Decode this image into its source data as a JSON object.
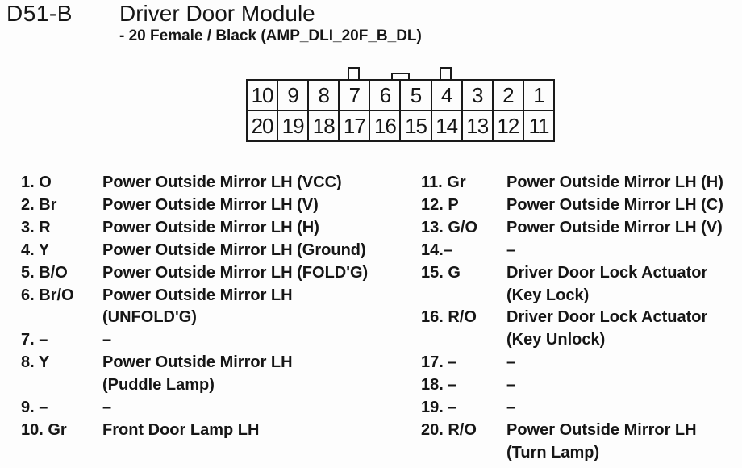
{
  "header": {
    "connector_id": "D51-B",
    "title": "Driver Door Module",
    "subtitle": "- 20 Female / Black (AMP_DLI_20F_B_DL)"
  },
  "connector": {
    "rows": 2,
    "columns": 10,
    "top_row": [
      "10",
      "9",
      "8",
      "7",
      "6",
      "5",
      "4",
      "3",
      "2",
      "1"
    ],
    "bottom_row": [
      "20",
      "19",
      "18",
      "17",
      "16",
      "15",
      "14",
      "13",
      "12",
      "11"
    ],
    "key_tabs": [
      "above-pin-7",
      "between-pins-6-5",
      "above-pin-4"
    ]
  },
  "pins": {
    "left": [
      {
        "label": "1. O",
        "desc": "Power Outside Mirror LH (VCC)"
      },
      {
        "label": "2. Br",
        "desc": "Power Outside Mirror LH (V)"
      },
      {
        "label": "3. R",
        "desc": "Power Outside Mirror LH (H)"
      },
      {
        "label": "4. Y",
        "desc": "Power Outside Mirror LH (Ground)"
      },
      {
        "label": "5. B/O",
        "desc": "Power Outside Mirror LH (FOLD'G)"
      },
      {
        "label": "6. Br/O",
        "desc": "Power Outside Mirror LH\n(UNFOLD'G)"
      },
      {
        "label": "7. –",
        "desc": "–"
      },
      {
        "label": "8. Y",
        "desc": "Power Outside Mirror LH\n(Puddle Lamp)"
      },
      {
        "label": "9. –",
        "desc": "–"
      },
      {
        "label": "10. Gr",
        "desc": "Front Door Lamp LH"
      }
    ],
    "right": [
      {
        "label": "11. Gr",
        "desc": "Power Outside Mirror LH (H)"
      },
      {
        "label": "12. P",
        "desc": "Power Outside Mirror LH (C)"
      },
      {
        "label": "13. G/O",
        "desc": "Power Outside Mirror LH (V)"
      },
      {
        "label": "14.–",
        "desc": "–"
      },
      {
        "label": "15. G",
        "desc": "Driver Door Lock Actuator\n(Key Lock)"
      },
      {
        "label": "16. R/O",
        "desc": "Driver Door Lock Actuator\n(Key Unlock)"
      },
      {
        "label": "17. –",
        "desc": "–"
      },
      {
        "label": "18. –",
        "desc": "–"
      },
      {
        "label": "19. –",
        "desc": "–"
      },
      {
        "label": "20. R/O",
        "desc": "Power Outside Mirror LH\n(Turn Lamp)"
      }
    ]
  },
  "colors": {
    "background": "#fdfdfd",
    "text": "#161616",
    "line": "#1a1a1a"
  }
}
